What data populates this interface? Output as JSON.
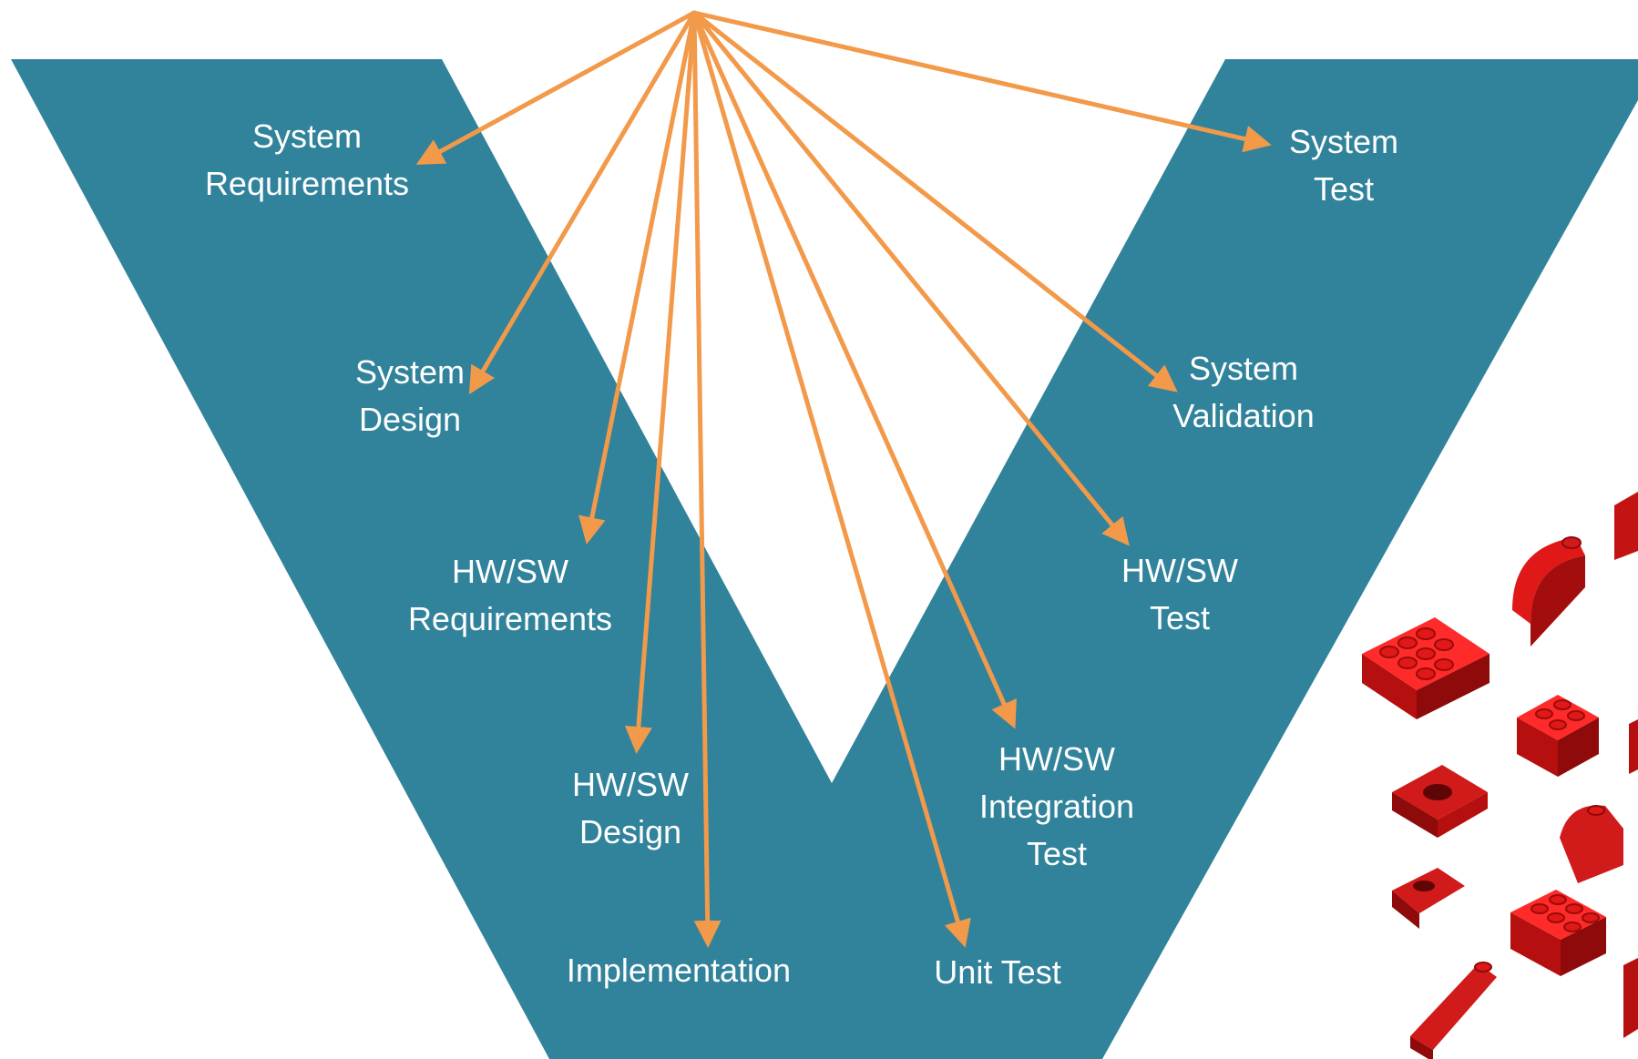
{
  "colors": {
    "v_shape": "#31839b",
    "arrow": "#f2994a",
    "label_text": "#ffffff",
    "brick_red": "#d11a1a"
  },
  "stages": {
    "system_requirements": [
      "System",
      "Requirements"
    ],
    "system_design": [
      "System",
      "Design"
    ],
    "hwsw_requirements": [
      "HW/SW",
      "Requirements"
    ],
    "hwsw_design": [
      "HW/SW",
      "Design"
    ],
    "implementation": [
      "Implementation"
    ],
    "unit_test": [
      "Unit Test"
    ],
    "hwsw_integration_test": [
      "HW/SW",
      "Integration",
      "Test"
    ],
    "hwsw_test": [
      "HW/SW",
      "Test"
    ],
    "system_validation": [
      "System",
      "Validation"
    ],
    "system_test": [
      "System",
      "Test"
    ]
  },
  "image": {
    "name": "lego-bricks-icon"
  }
}
